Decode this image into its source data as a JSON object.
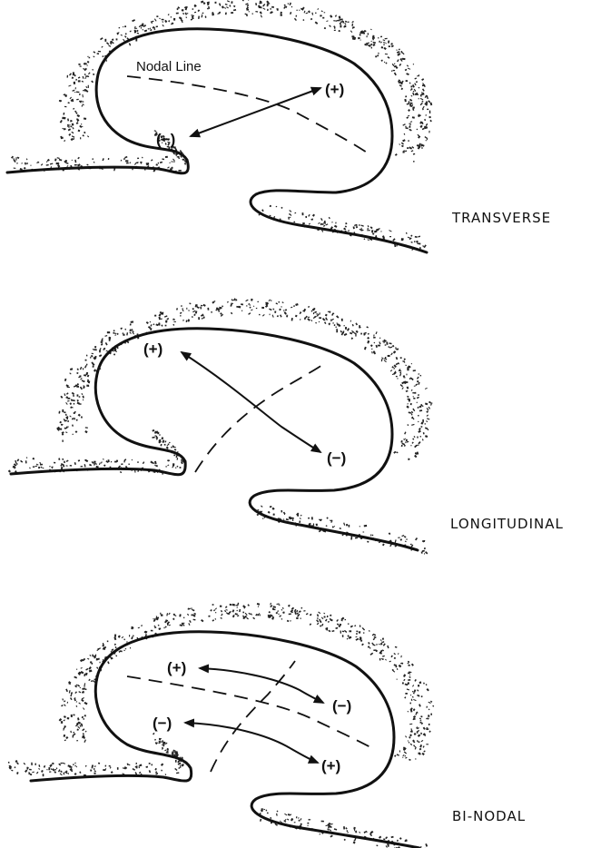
{
  "panels": [
    {
      "mode": "TRANSVERSE",
      "caption": "Nodal Line",
      "signs": [
        "(+)",
        "(−)"
      ]
    },
    {
      "mode": "LONGITUDINAL",
      "signs": [
        "(+)",
        "(−)"
      ]
    },
    {
      "mode": "BI-NODAL",
      "signs": [
        "(+)",
        "(−)",
        "(−)",
        "(+)"
      ]
    }
  ],
  "colors": {
    "ink": "#111111",
    "background": "#ffffff"
  }
}
